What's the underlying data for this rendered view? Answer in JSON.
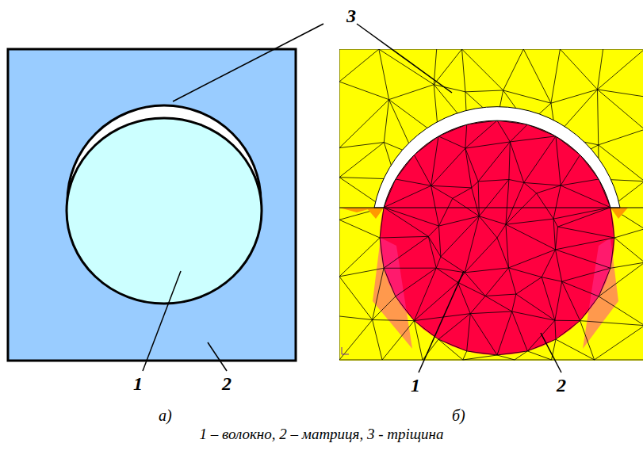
{
  "diagram": {
    "caption": "1 – волокно, 2 – матриця, 3 - тріщина",
    "labels": [
      "3",
      "1",
      "2",
      "1",
      "2",
      "а)",
      "б)"
    ]
  }
}
